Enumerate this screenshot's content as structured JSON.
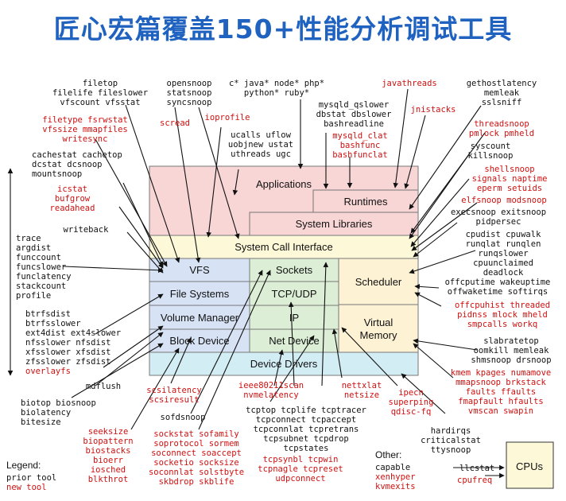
{
  "title": "匠心宏篇覆盖150+性能分析调试工具",
  "colors": {
    "title_blue": "#1f62bf",
    "prior_tool": "#111111",
    "new_tool": "#d01010",
    "applications": "#f9d6d6",
    "vfs": "#d7e3f5",
    "sockets": "#dcefd6",
    "scheduler": "#fdf2d4",
    "syscall": "#fdf9d8",
    "devices": "#d3edf5"
  },
  "layers": {
    "applications": "Applications",
    "runtimes": "Runtimes",
    "system_libraries": "System Libraries",
    "system_call_interface": "System Call Interface",
    "vfs": "VFS",
    "sockets": "Sockets",
    "scheduler": "Scheduler",
    "file_systems": "File Systems",
    "tcp_udp": "TCP/UDP",
    "volume_manager": "Volume Manager",
    "ip": "IP",
    "virtual": "Virtual",
    "memory": "Memory",
    "block_device": "Block Device",
    "net_device": "Net Device",
    "device_drivers": "Device Drivers",
    "cpus": "CPUs"
  },
  "legend": {
    "title": "Legend:",
    "prior": "prior tool",
    "new": "new tool"
  },
  "groups": {
    "filetop": [
      "filetop",
      "filelife fileslower",
      "vfscount vfsstat"
    ],
    "opensnoop": [
      "opensnoop",
      "statsnoop",
      "syncsnoop"
    ],
    "lang": [
      "c* java* node* php*",
      "python* ruby*"
    ],
    "javathreads": [
      "javathreads"
    ],
    "gethost": [
      "gethostlatency",
      "memleak",
      "sslsniff"
    ],
    "filetype": [
      "filetype fsrwstat",
      "vfssize mmapfiles",
      "writesync"
    ],
    "scread": [
      "scread"
    ],
    "ioprofile": [
      "ioprofile"
    ],
    "ucalls": [
      "ucalls uflow",
      "uobjnew ustat",
      "uthreads ugc"
    ],
    "mysql": [
      "mysqld_qslower",
      "dbstat dbslower",
      "bashreadline"
    ],
    "mysql_new": [
      "mysqld_clat",
      "bashfunc",
      "bashfunclat"
    ],
    "jnistacks": [
      "jnistacks"
    ],
    "threadsnoop": [
      "threadsnoop",
      "pmlock pmheld"
    ],
    "syscount": [
      "syscount",
      "killsnoop"
    ],
    "shellsnoop": [
      "shellsnoop",
      "signals naptime",
      "eperm setuids"
    ],
    "elfsnoop": [
      "elfsnoop modsnoop"
    ],
    "execsnoop": [
      "execsnoop exitsnoop",
      "pidpersec"
    ],
    "cachestat": [
      "cachestat cachetop",
      "dcstat dcsnoop",
      "mountsnoop"
    ],
    "icstat": [
      "icstat",
      "bufgrow",
      "readahead"
    ],
    "writeback": [
      "writeback"
    ],
    "trace": [
      "trace",
      "argdist",
      "funccount",
      "funcslower",
      "funclatency",
      "stackcount",
      "profile"
    ],
    "cpudist": [
      "cpudist cpuwalk",
      "runqlat runqlen",
      "runqslower",
      "cpuunclaimed",
      "deadlock"
    ],
    "offcpu": [
      "offcputime wakeuptime",
      "offwaketime softirqs"
    ],
    "offcpu_new": [
      "offcpuhist threaded",
      "pidnss mlock mheld",
      "smpcalls workq"
    ],
    "btrfs": [
      "btrfsdist",
      "btrfsslower",
      "ext4dist ext4slower",
      "nfsslower nfsdist",
      "xfsslower xfsdist",
      "zfsslower zfsdist"
    ],
    "overlayfs": [
      "overlayfs"
    ],
    "mdflush": [
      "mdflush"
    ],
    "slabratetop": [
      "slabratetop",
      "oomkill memleak",
      "shmsnoop drsnoop"
    ],
    "kmem": [
      "kmem kpages numamove",
      "mmapsnoop brkstack",
      "faults ffaults",
      "fmapfault hfaults",
      "vmscan swapin"
    ],
    "biotop": [
      "biotop biosnoop",
      "biolatency",
      "bitesize"
    ],
    "scsilatency": [
      "scsilatency",
      "scsiresult"
    ],
    "ieee": [
      "ieee80211scan",
      "nvmelatency"
    ],
    "nettxlat": [
      "nettxlat",
      "netsize"
    ],
    "ipecn": [
      "ipecn",
      "superping",
      "qdisc-fq"
    ],
    "sofdsnoop": [
      "sofdsnoop"
    ],
    "seeksize": [
      "seeksize",
      "biopattern",
      "biostacks",
      "bioerr",
      "iosched",
      "blkthrot"
    ],
    "sockstat": [
      "sockstat sofamily",
      "soprotocol sormem",
      "soconnect soaccept",
      "socketio socksize",
      "soconnlat solstbyte",
      "skbdrop skblife"
    ],
    "tcptop": [
      "tcptop tcplife tcptracer",
      "tcpconnect tcpaccept",
      "tcpconnlat tcpretrans",
      "tcpsubnet tcpdrop",
      "tcpstates"
    ],
    "tcpsynbl": [
      "tcpsynbl tcpwin",
      "tcpnagle tcpreset",
      "udpconnect"
    ],
    "other_label": [
      "Other:"
    ],
    "other_prior": [
      "capable"
    ],
    "other_new": [
      "xenhyper",
      "kvmexits"
    ],
    "hardirqs": [
      "hardirqs",
      "criticalstat",
      "ttysnoop"
    ],
    "llcstat": [
      "llcstat"
    ],
    "cpufreq": [
      "cpufreq"
    ]
  }
}
